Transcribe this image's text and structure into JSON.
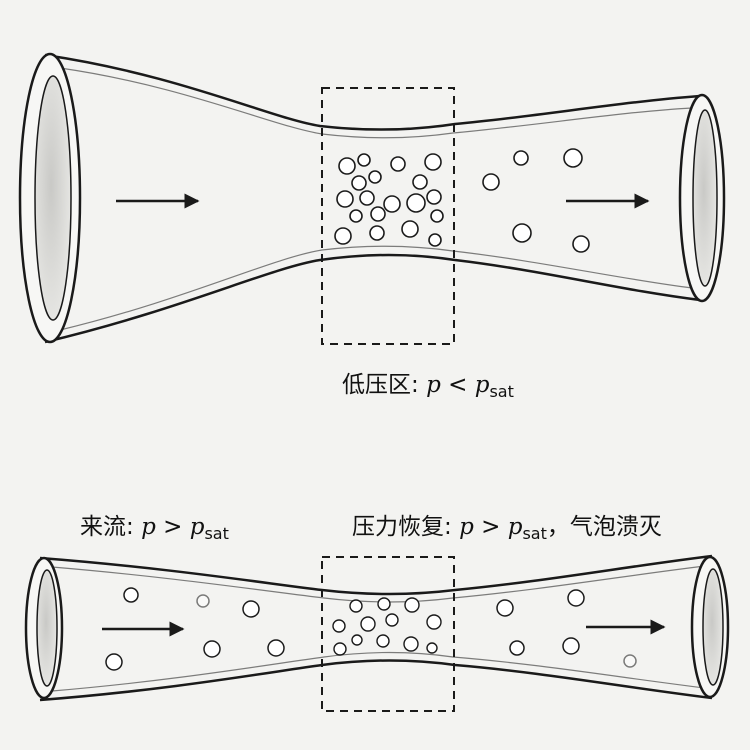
{
  "labels": {
    "low_pressure": {
      "zone": "低压区: ",
      "p": "p",
      "op": " < ",
      "p2": "p",
      "sub": "sat"
    },
    "inflow": {
      "zone": "来流: ",
      "p": "p",
      "op": " > ",
      "p2": "p",
      "sub": "sat"
    },
    "recovery": {
      "zone": "压力恢复: ",
      "p": "p",
      "op": " > ",
      "p2": "p",
      "sub": "sat",
      "collapse": "，气泡溃灭"
    }
  },
  "colors": {
    "line": "#1a1a1a",
    "inner": "#d9d9d6",
    "background": "#f3f3f1"
  }
}
